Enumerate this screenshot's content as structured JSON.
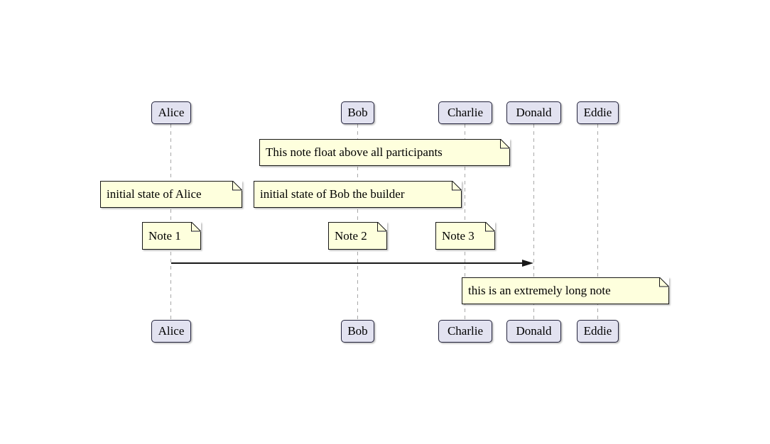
{
  "diagram": {
    "type": "sequence-diagram",
    "participants": [
      {
        "name": "Alice"
      },
      {
        "name": "Bob"
      },
      {
        "name": "Charlie"
      },
      {
        "name": "Donald"
      },
      {
        "name": "Eddie"
      }
    ],
    "notes": [
      {
        "text": "This note float above all participants",
        "placement": "floating across all participants"
      },
      {
        "text": "initial state of Alice",
        "placement": "over Alice"
      },
      {
        "text": "initial state of Bob the builder",
        "placement": "over Bob"
      },
      {
        "text": "Note 1",
        "placement": "over Alice"
      },
      {
        "text": "Note 2",
        "placement": "over Bob"
      },
      {
        "text": "Note 3",
        "placement": "over Charlie"
      },
      {
        "text": "this is an extremely long note",
        "placement": "over Donald and Eddie"
      }
    ],
    "messages": [
      {
        "from": "Alice",
        "to": "Donald"
      }
    ]
  },
  "colors": {
    "background": "#FFFFFF",
    "participant_fill": "#E2E2F0",
    "participant_border": "#23233C",
    "note_fill": "#FEFFDD",
    "note_border": "#181818",
    "lifeline": "#A8A8A8",
    "arrow": "#181818",
    "text": "#000000"
  }
}
